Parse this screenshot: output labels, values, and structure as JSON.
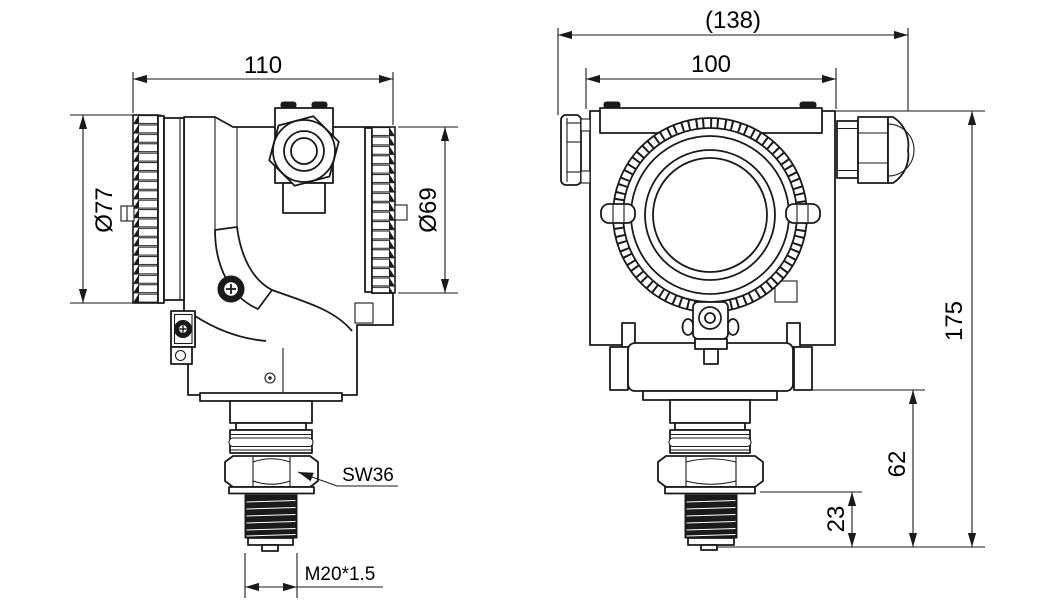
{
  "drawing": {
    "type": "technical-drawing",
    "subject": "pressure-transmitter-dimensions",
    "units": "mm",
    "background_color": "#ffffff",
    "line_color": "#1a1a1a",
    "views": {
      "side": {
        "dimensions": {
          "overall_width": "110",
          "front_cap_diameter": "Ø77",
          "rear_cap_diameter": "Ø69",
          "wrench_size": "SW36",
          "process_thread": "M20*1.5"
        }
      },
      "front": {
        "dimensions": {
          "overall_width_ref": "(138)",
          "housing_width": "100",
          "overall_height": "175",
          "lower_section_height": "62",
          "thread_length": "23"
        }
      }
    }
  }
}
